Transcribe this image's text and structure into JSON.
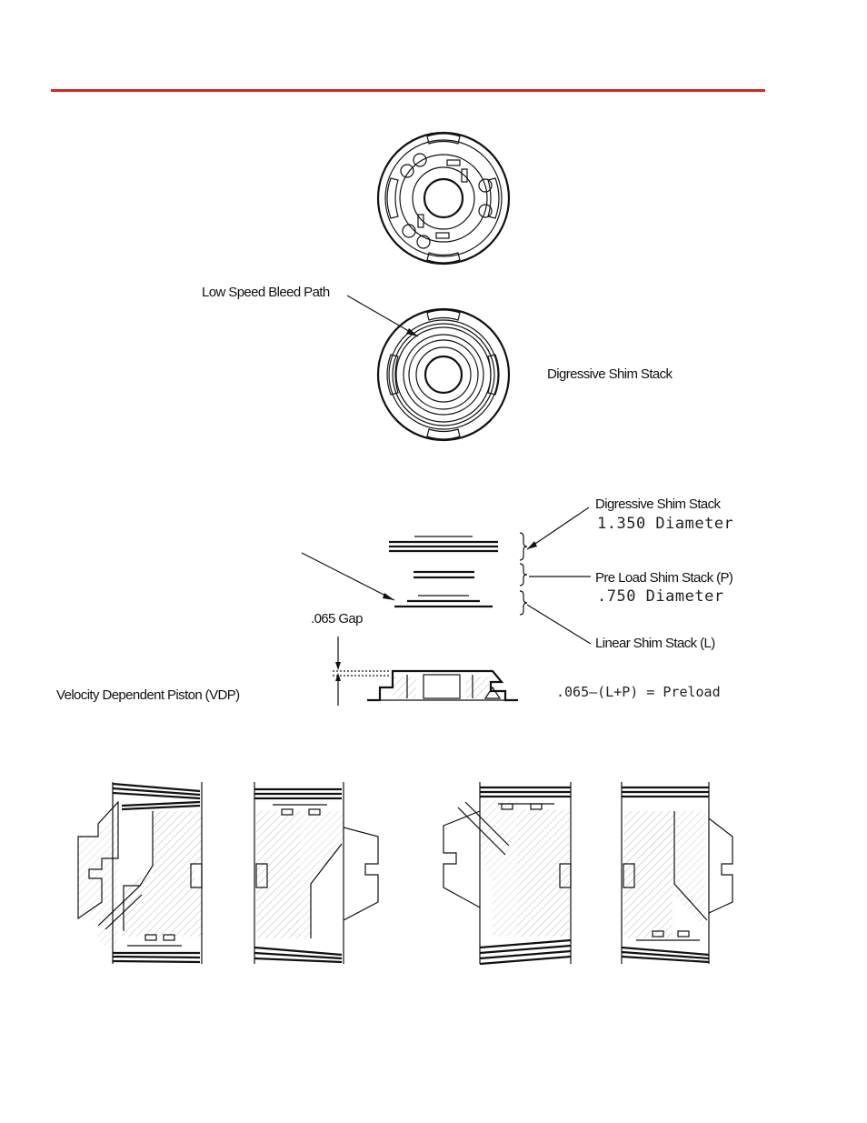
{
  "colors": {
    "rule": "#e0201b",
    "ink": "#111111"
  },
  "labels": {
    "low_speed_bleed_path": "Low Speed Bleed Path",
    "digressive_shim_stack_top": "Digressive Shim Stack",
    "digressive_shim_stack": "Digressive Shim Stack",
    "digressive_diameter": "1.350 Diameter",
    "preload_shim_stack": "Pre Load Shim Stack  (P)",
    "preload_diameter": ".750 Diameter",
    "gap": ".065 Gap",
    "linear_shim_stack": "Linear Shim Stack  (L)",
    "vdp": "Velocity Dependent Piston (VDP)",
    "preload_formula": ".065–(L+P) = Preload"
  }
}
